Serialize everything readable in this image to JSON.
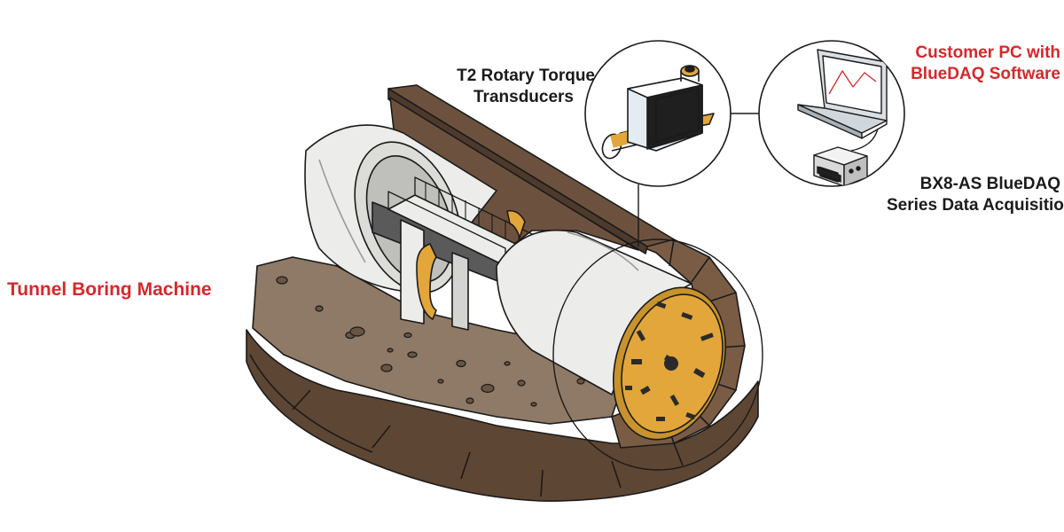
{
  "labels": {
    "tbm": "Tunnel Boring Machine",
    "t2_line1": "T2 Rotary Torque",
    "t2_line2": "Transducers",
    "pc_line1": "Customer PC with",
    "pc_line2": "BlueDAQ Software",
    "bx8_line1": "BX8-AS BlueDAQ",
    "bx8_line2": "Series Data Acquisition"
  },
  "colors": {
    "label_accent": "#d6282b",
    "label_dark": "#1b1b1b",
    "earth_dark": "#5e4634",
    "earth_mid": "#7a5c45",
    "earth_light": "#8e7a66",
    "cutter_gold": "#e2a63a",
    "shell_white": "#ececea",
    "steel_grey": "#5a5a5a"
  },
  "icons": [
    "tunnel-boring-machine-illustration",
    "torque-transducer-icon",
    "laptop-icon",
    "daq-box-icon"
  ]
}
